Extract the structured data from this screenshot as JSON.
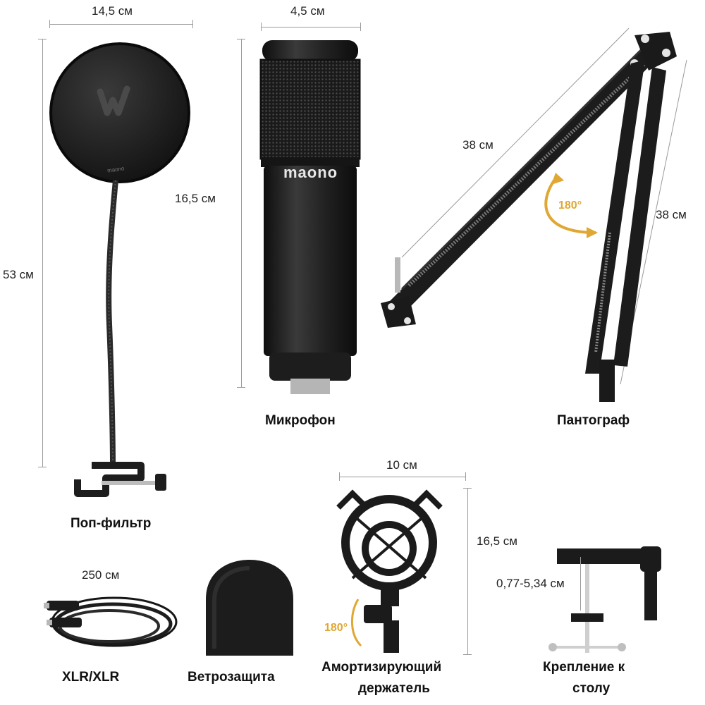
{
  "items": {
    "pop_filter": {
      "caption": "Поп-фильтр",
      "width": "14,5 см",
      "height": "53 см",
      "logo_text": "maono"
    },
    "microphone": {
      "caption": "Микрофон",
      "width": "4,5 см",
      "height": "16,5 см",
      "brand": "maono"
    },
    "boom_arm": {
      "caption": "Пантограф",
      "arm_length_1": "38 см",
      "arm_length_2": "38 см",
      "rotation": "180°"
    },
    "shock_mount": {
      "caption_line1": "Амортизирующий",
      "caption_line2": "держатель",
      "width": "10 см",
      "height": "16,5 см",
      "rotation": "180°"
    },
    "table_clamp": {
      "caption_line1": "Крепление к",
      "caption_line2": "столу",
      "range": "0,77-5,34 см"
    },
    "cable": {
      "caption": "XLR/XLR",
      "length": "250 см"
    },
    "windscreen": {
      "caption": "Ветрозащита"
    }
  },
  "colors": {
    "accent": "#e0a733",
    "product": "#1b1b1b",
    "dimension_line": "#9a9a9a"
  }
}
